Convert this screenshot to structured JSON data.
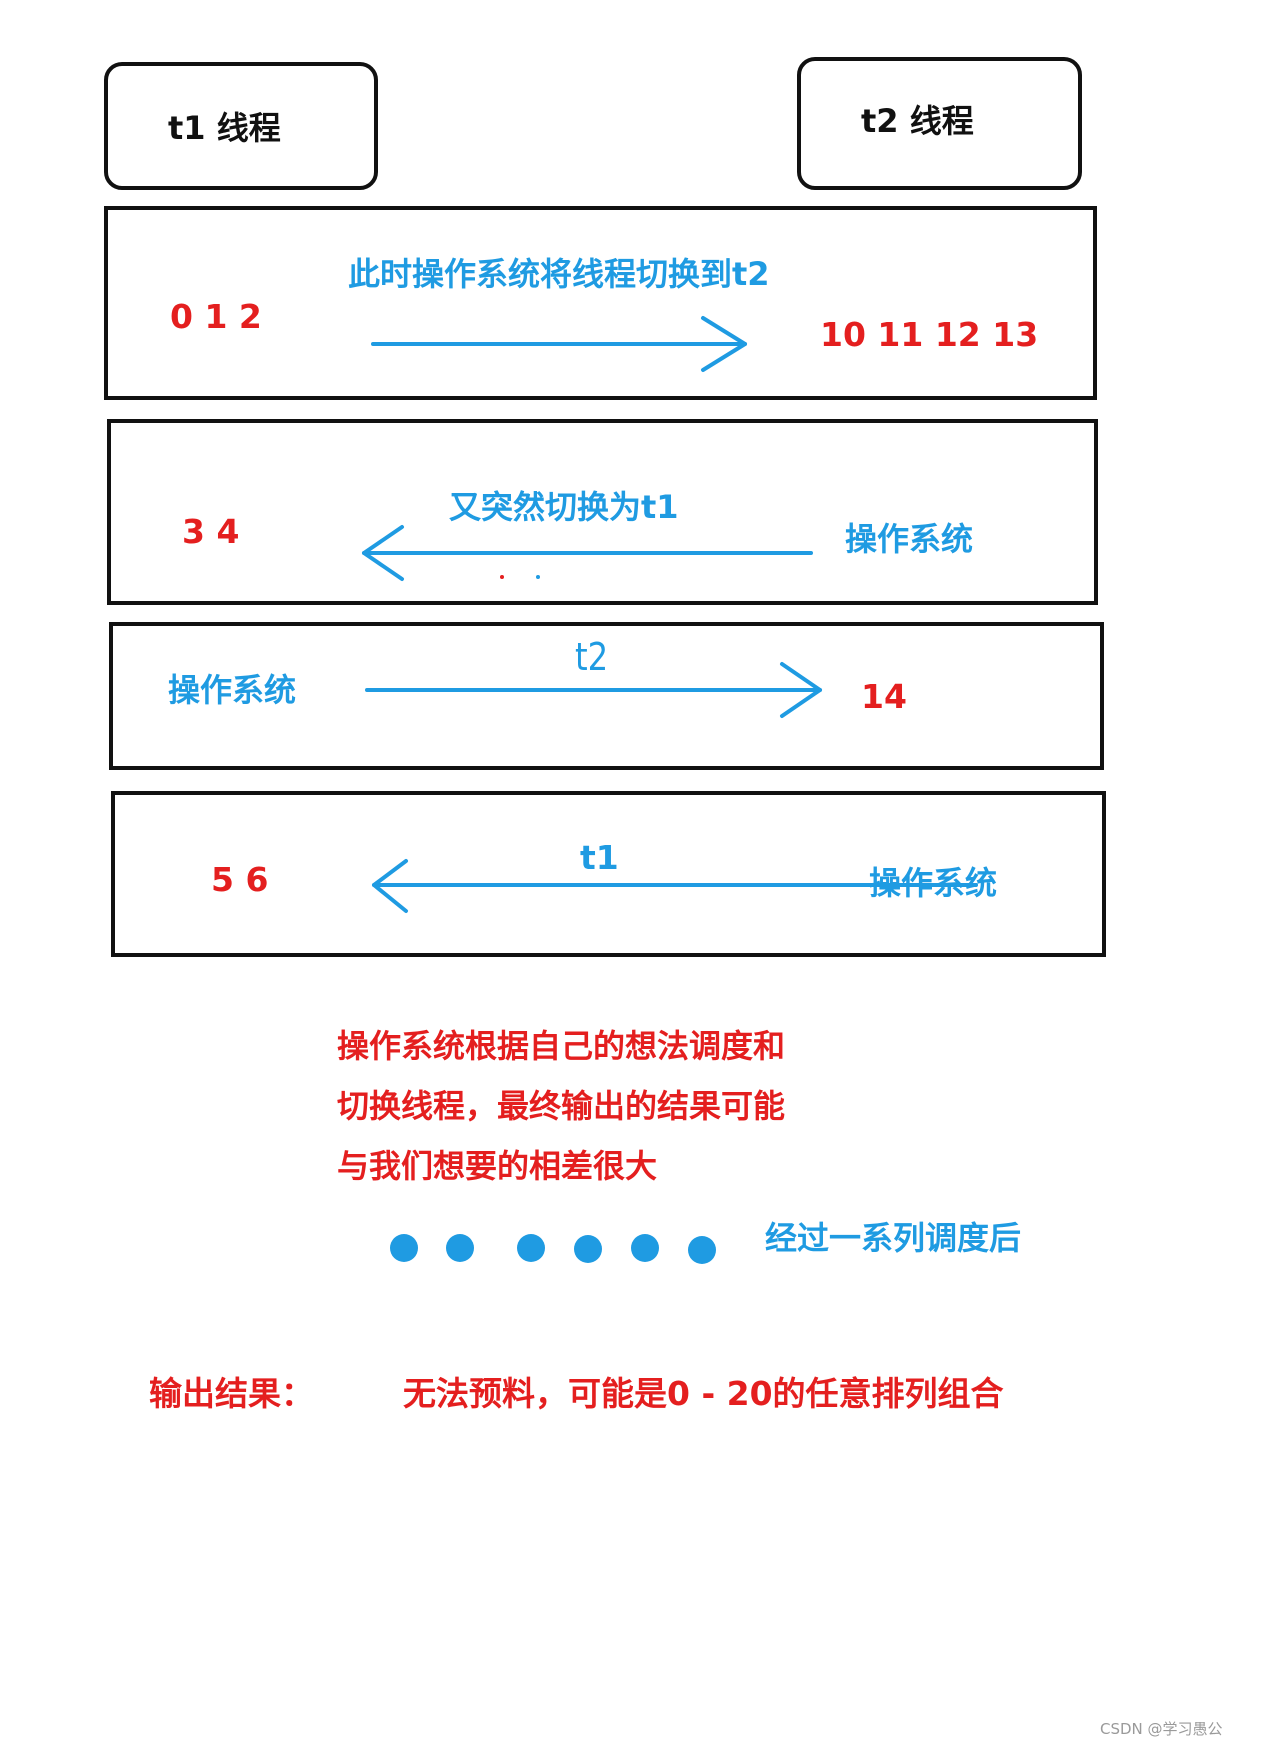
{
  "colors": {
    "outline": "#111111",
    "annotation_blue": "#1f9be2",
    "output_red": "#e41f1f",
    "watermark_gray": "#9a9a9a"
  },
  "threads": {
    "t1": "t1  线程",
    "t2": "t2   线程"
  },
  "steps": [
    {
      "left_value": "0 1 2",
      "caption": "此时操作系统将线程切换到t2",
      "right_value": "10 11 12 13"
    },
    {
      "left_value": "3 4",
      "caption": "又突然切换为t1",
      "right_value": "操作系统"
    },
    {
      "left_value": "操作系统",
      "caption": "t2",
      "right_value": "14"
    },
    {
      "left_value": "5 6",
      "caption": "t1",
      "right_value": "操作系统"
    }
  ],
  "explanation": [
    "操作系统根据自己的想法调度和",
    "切换线程，最终输出的结果可能",
    "与我们想要的相差很大"
  ],
  "continuation_label": "经过一系列调度后",
  "result": {
    "label": "输出结果：",
    "value": "无法预料，可能是0 - 20的任意排列组合"
  },
  "watermark": "CSDN @学习愚公"
}
